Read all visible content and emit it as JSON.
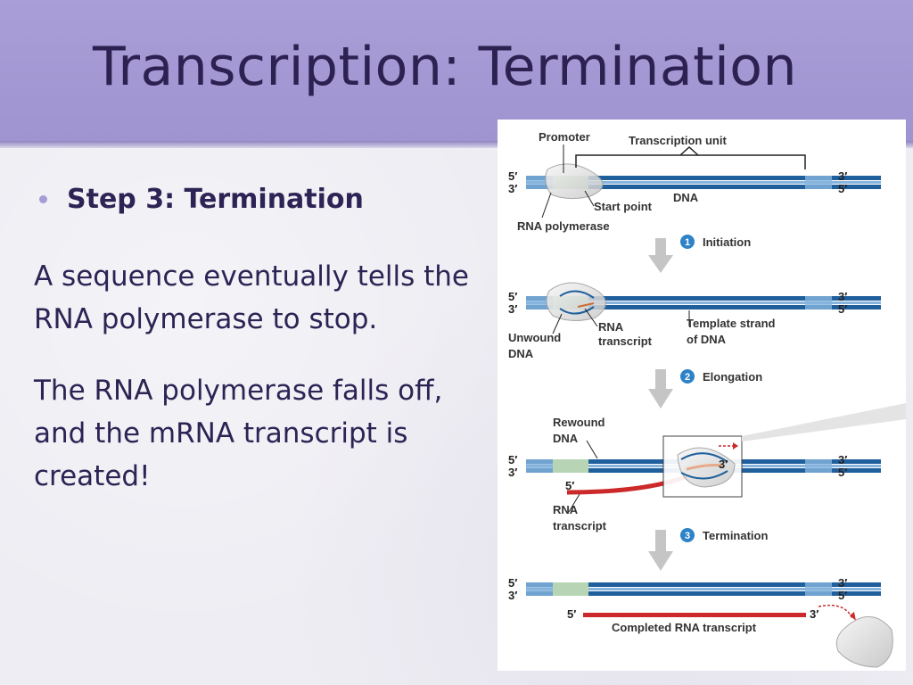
{
  "slide": {
    "title": "Transcription: Termination",
    "bullet": "Step 3: Termination",
    "para1": "A sequence eventually tells the RNA polymerase to stop.",
    "para2": "The RNA polymerase falls off, and the mRNA transcript is created!"
  },
  "figure": {
    "labels": {
      "promoter": "Promoter",
      "transcription_unit": "Transcription unit",
      "start_point": "Start point",
      "dna": "DNA",
      "rna_polymerase": "RNA polymerase",
      "unwound_1": "Unwound",
      "unwound_2": "DNA",
      "rna_1": "RNA",
      "rna_2": "transcript",
      "template_1": "Template strand",
      "template_2": "of DNA",
      "rewound_1": "Rewound",
      "rewound_2": "DNA",
      "rna_transcript_1": "RNA",
      "rna_transcript_2": "transcript",
      "completed": "Completed RNA transcript"
    },
    "steps": [
      {
        "number": "1",
        "label": "Initiation"
      },
      {
        "number": "2",
        "label": "Elongation"
      },
      {
        "number": "3",
        "label": "Termination"
      }
    ],
    "ends": {
      "five": "5′",
      "three": "3′"
    },
    "colors": {
      "dna_dark": "#1f5f9c",
      "dna_light": "#86b4dd",
      "promoter": "#b7d5b5",
      "rna": "#cc2a2a",
      "step_badge": "#2d82c8"
    }
  }
}
